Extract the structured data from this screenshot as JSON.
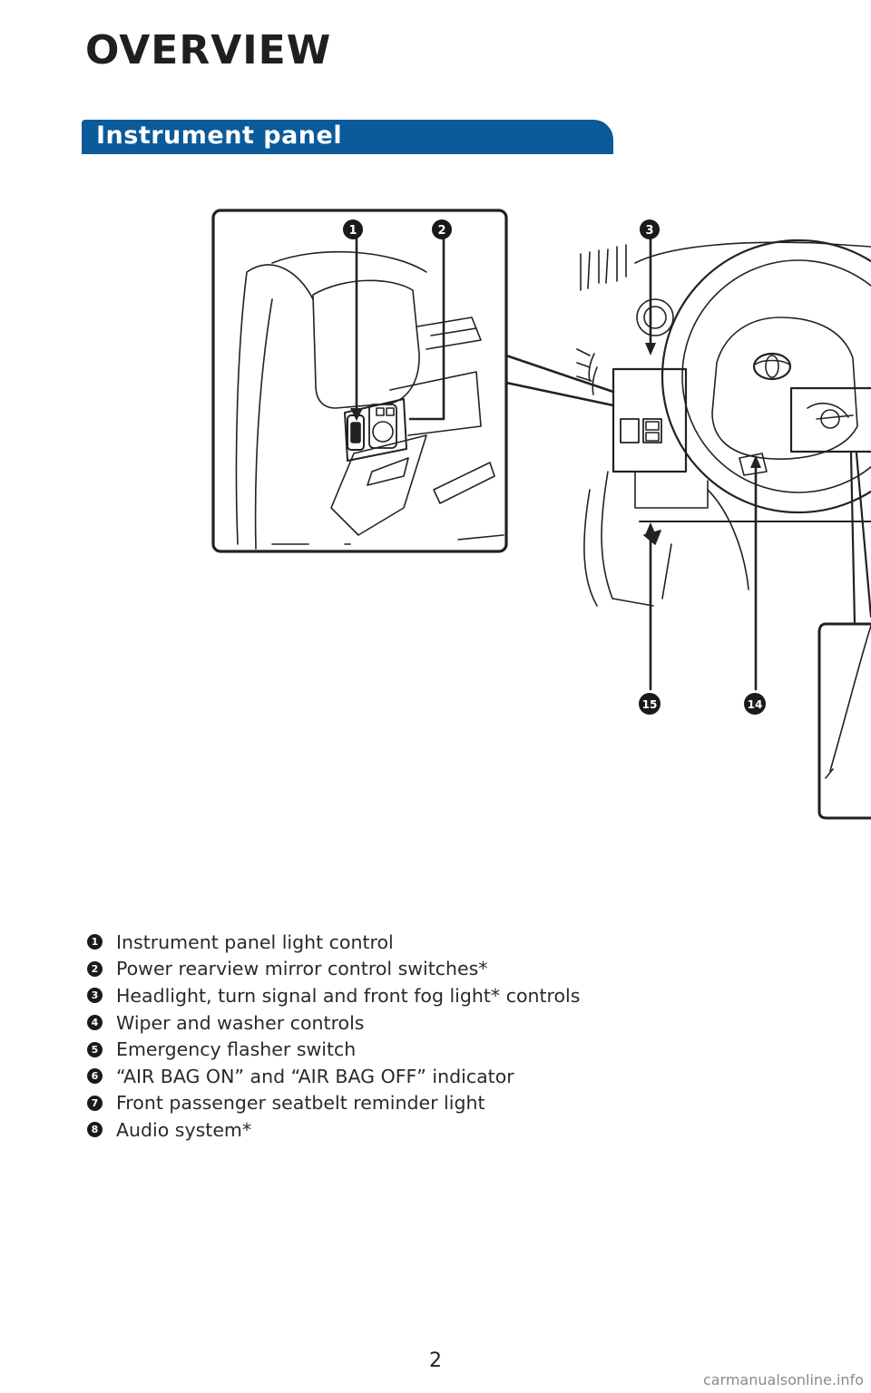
{
  "page": {
    "title": "OVERVIEW",
    "number": "2",
    "watermark": "carmanualsonline.info"
  },
  "section": {
    "heading": "Instrument panel"
  },
  "callouts": {
    "c1": "1",
    "c2": "2",
    "c3": "3",
    "c14": "14",
    "c15": "15"
  },
  "legend": [
    {
      "num": "1",
      "text": "Instrument panel light control"
    },
    {
      "num": "2",
      "text": "Power rearview mirror control switches*"
    },
    {
      "num": "3",
      "text": "Headlight, turn signal and front fog light* controls"
    },
    {
      "num": "4",
      "text": "Wiper and washer controls"
    },
    {
      "num": "5",
      "text": "Emergency flasher switch"
    },
    {
      "num": "6",
      "text": "“AIR BAG ON” and “AIR BAG OFF” indicator"
    },
    {
      "num": "7",
      "text": "Front passenger seatbelt reminder light"
    },
    {
      "num": "8",
      "text": "Audio system*"
    }
  ],
  "colors": {
    "section_bar": "#0b5a9a"
  }
}
